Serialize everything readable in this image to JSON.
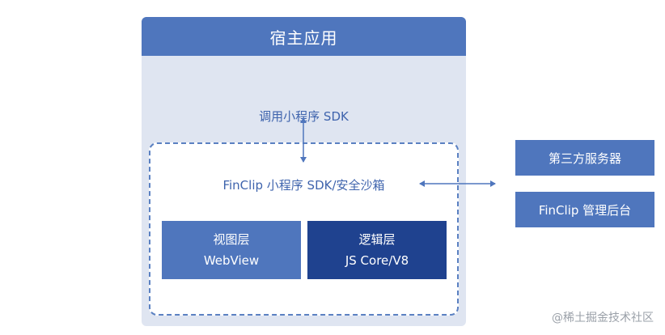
{
  "host": {
    "title": "宿主应用",
    "sdk_call": "调用小程序  SDK"
  },
  "sandbox": {
    "label": "FinClip 小程序 SDK/安全沙箱",
    "view_layer": {
      "title": "视图层",
      "subtitle": "WebView"
    },
    "logic_layer": {
      "title": "逻辑层",
      "subtitle": "JS Core/V8"
    }
  },
  "side": {
    "third_party": "第三方服务器",
    "admin": "FinClip 管理后台"
  },
  "watermark": "@稀土掘金技术社区",
  "colors": {
    "primary": "#4f76bd",
    "dark": "#1f428f",
    "panel": "#dfe5f1",
    "text": "#3f64ad"
  }
}
